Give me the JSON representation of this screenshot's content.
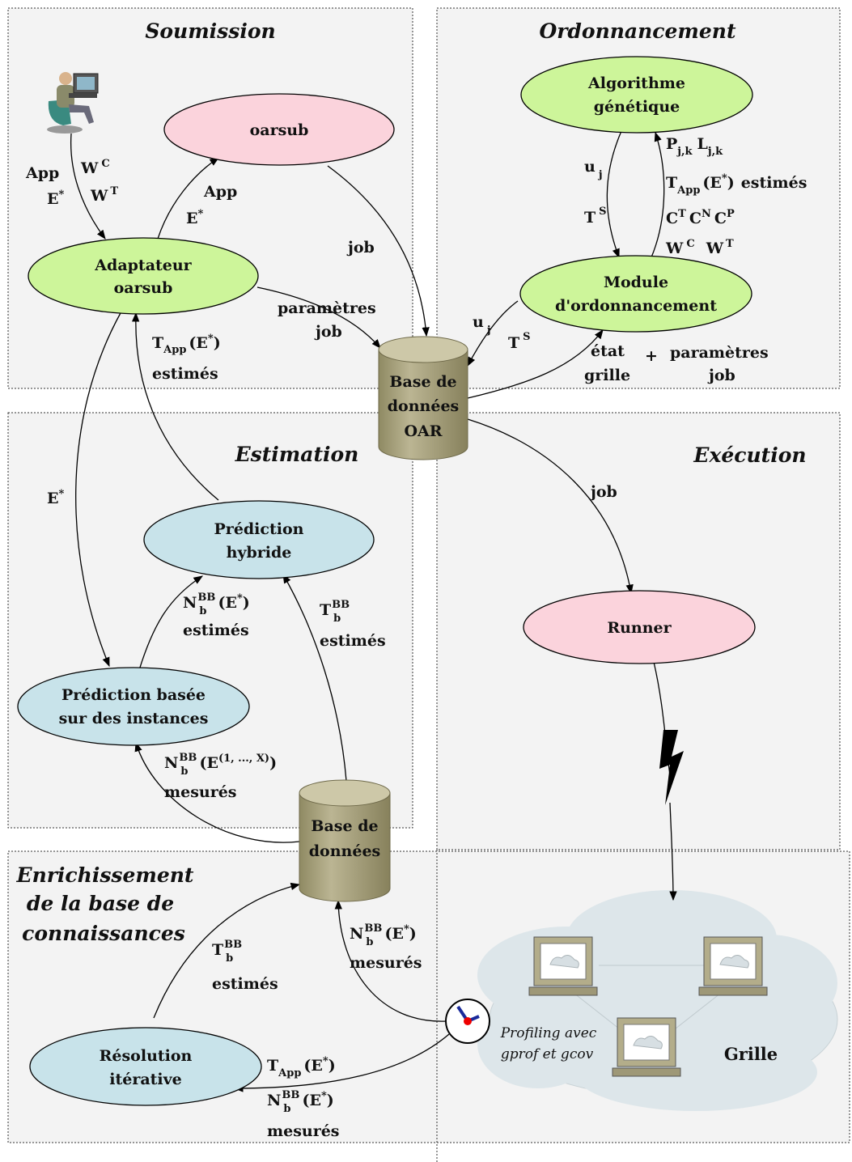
{
  "sections": {
    "soumission": "Soumission",
    "ordonnancement": "Ordonnancement",
    "estimation": "Estimation",
    "execution": "Exécution",
    "enrichissement": [
      "Enrichissement",
      "de la base de",
      "connaissances"
    ]
  },
  "nodes": {
    "oarsub": "oarsub",
    "adaptateur": [
      "Adaptateur",
      "oarsub"
    ],
    "algorithme": [
      "Algorithme",
      "génétique"
    ],
    "module": [
      "Module",
      "d'ordonnancement"
    ],
    "base_oar": [
      "Base de",
      "données",
      "OAR"
    ],
    "prediction_hybride": [
      "Prédiction",
      "hybride"
    ],
    "prediction_instances": [
      "Prédiction basée",
      "sur des instances"
    ],
    "runner": "Runner",
    "base_donnees": [
      "Base de",
      "données"
    ],
    "resolution": [
      "Résolution",
      "itérative"
    ],
    "grille": "Grille",
    "profiling": [
      "Profiling avec",
      "gprof et gcov"
    ]
  },
  "labels": {
    "app": "App",
    "e": "E",
    "star": "*",
    "w": "W",
    "c": "C",
    "t": "T",
    "n": "N",
    "p": "P",
    "l": "L",
    "u": "u",
    "j": "j",
    "s": "S",
    "jk": "j,k",
    "b": "b",
    "bb": "BB",
    "job": "job",
    "parametres": "paramètres",
    "estimes": "estimés",
    "mesures": "mesurés",
    "etat": "état",
    "grille_word": "grille",
    "plus": "+",
    "open": "(",
    "close": ")",
    "range": "(1, ..., X)"
  },
  "colors": {
    "green": "#cdf59a",
    "pink": "#fbd3dc",
    "blue": "#c8e3ea",
    "db": "#b3ad8a",
    "section_bg": "#f3f3f3",
    "cloud": "#dde6ea"
  },
  "icons": [
    "user-at-computer-icon",
    "lightning-icon",
    "clock-icon",
    "computer-icon"
  ]
}
